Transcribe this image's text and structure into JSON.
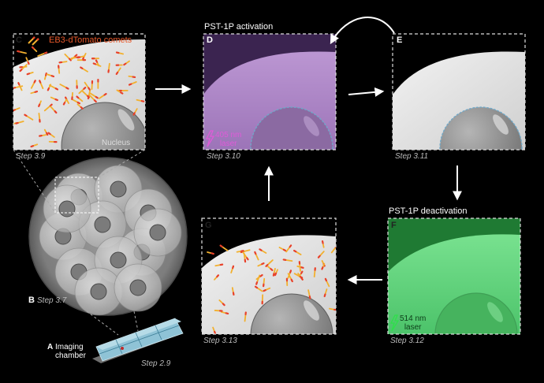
{
  "panels": {
    "A": {
      "letter": "A",
      "label": "Imaging chamber",
      "label_line1": "Imaging",
      "label_line2": "chamber",
      "step": "Step 2.9"
    },
    "B": {
      "letter": "B",
      "step": "Step 3.7"
    },
    "C": {
      "letter": "C",
      "legend": "EB3-dTomato comets",
      "nucleus": "Nucleus",
      "step": "Step 3.9"
    },
    "D": {
      "letter": "D",
      "title": "PST-1P activation",
      "laser_line1": "405 nm",
      "laser_line2": "laser",
      "step": "Step 3.10"
    },
    "E": {
      "letter": "E",
      "step": "Step 3.11"
    },
    "F": {
      "letter": "F",
      "title": "PST-1P deactivation",
      "laser_line1": "514 nm",
      "laser_line2": "laser",
      "step": "Step 3.12"
    },
    "G": {
      "letter": "G",
      "step": "Step 3.13"
    }
  },
  "colors": {
    "background": "#000000",
    "cytoplasm": "#d9d9d9",
    "nucleus": "#8e8e8e",
    "comet_head": "#e8402a",
    "comet_tail": "#f2b02e",
    "activation_purple": "#a77fc0",
    "deactivation_green": "#5ed07a",
    "nuclear_rim": "#6fa8c8"
  },
  "icons": [
    "comet-icon",
    "lightning-icon",
    "arrow-icon",
    "embryo-illustration",
    "chamber-illustration"
  ]
}
